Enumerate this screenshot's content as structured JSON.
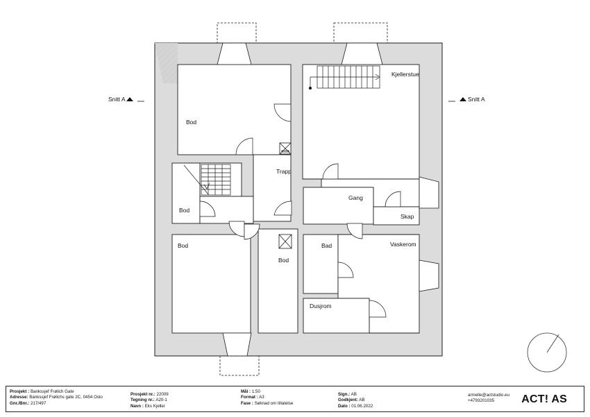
{
  "rooms": {
    "bod_top_left": "Bod",
    "kjellerstue": "Kjellerstue",
    "trapp": "Trapp",
    "bod_small": "Bod",
    "gang": "Gang",
    "skap": "Skap",
    "bod_bottom_left": "Bod",
    "bod_corridor": "Bod",
    "bad": "Bad",
    "vaskerom": "Vaskerom",
    "dusjrom": "Dusjrom"
  },
  "section_markers": {
    "left": "Snitt A",
    "right": "Snitt A"
  },
  "colors": {
    "wall_fill": "#dcdcdc",
    "line": "#1a1a1a",
    "background": "#ffffff"
  },
  "icons": {
    "north_arrow": "north-arrow-icon",
    "shaft": "shaft-cross-icon"
  },
  "title_block": {
    "project": {
      "label": "Prosjekt :",
      "value": "Bankssjef Frølich Gate"
    },
    "address": {
      "label": "Adresse:",
      "value": "Bankssjef Frølichs gate 2C, 0454 Oslo"
    },
    "gnr": {
      "label": "Gnr./Bnr.:",
      "value": "217/497"
    },
    "project_no": {
      "label": "Prosjekt nr.:",
      "value": "22009"
    },
    "drawing_no": {
      "label": "Tegning nr.:",
      "value": "A20-1"
    },
    "name": {
      "label": "Navn :",
      "value": "Eks Kjeller"
    },
    "scale": {
      "label": "Mål :",
      "value": "1:50"
    },
    "format": {
      "label": "Format :",
      "value": "A3"
    },
    "phase": {
      "label": "Fase :",
      "value": "Søknad om tillatelse"
    },
    "sign": {
      "label": "Sign.:",
      "value": "AB"
    },
    "approved": {
      "label": "Godkjent:",
      "value": "AB"
    },
    "date": {
      "label": "Dato :",
      "value": "01.06.2022"
    },
    "email": "armelle@actstudio.eu",
    "phone": "+4793201035",
    "brand": "ACT! AS"
  }
}
